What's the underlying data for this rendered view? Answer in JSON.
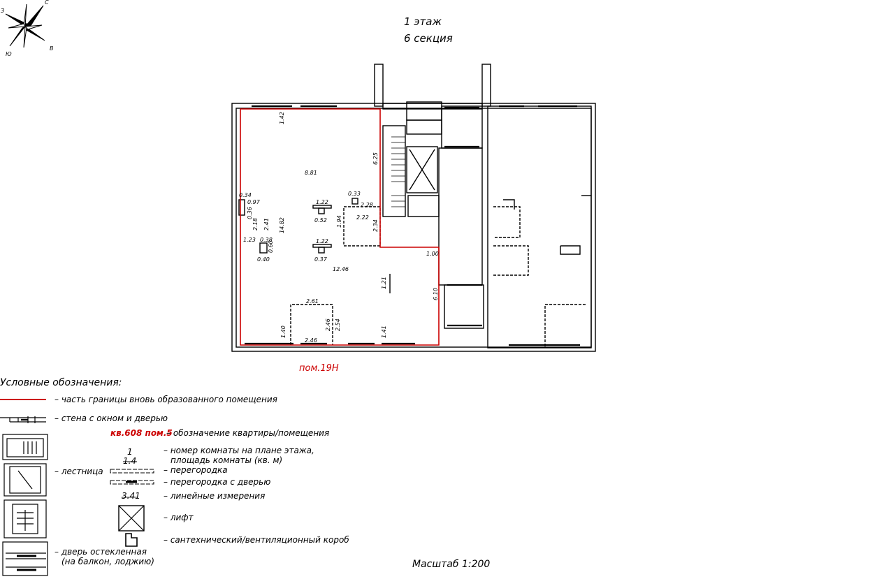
{
  "compass": {
    "n": "С",
    "w": "З",
    "s": "Ю",
    "e": "В"
  },
  "header": {
    "floor": "1 этаж",
    "section": "6 секция"
  },
  "plan": {
    "unit_label": "пом.19Н",
    "dimensions": [
      "1.42",
      "8.81",
      "6.25",
      "0.33",
      "2.28",
      "2.22",
      "2.34",
      "1.94",
      "1.22",
      "0.52",
      "1.22",
      "0.37",
      "0.34",
      "0.97",
      "0.36",
      "2.18",
      "2.41",
      "14.82",
      "1.23",
      "0.38",
      "0.60",
      "0.40",
      "12.46",
      "1.00",
      "1.21",
      "6.10",
      "2.61",
      "2.46",
      "2.54",
      "1.40",
      "2.46",
      "1.41"
    ]
  },
  "legend": {
    "heading": "Условные обозначения:",
    "items": {
      "red_border": "– часть границы вновь образованного помещения",
      "wall": "– стена с окном и дверью",
      "unit_code": "кв.608  пом.5",
      "unit_code_desc": "– обозначение квартиры/помещения",
      "room_num": "1",
      "room_area": "1.4",
      "room_desc_1": "– номер комнаты на плане этажа,",
      "room_desc_2": "площадь комнаты (кв. м)",
      "stairs": "– лестница",
      "partition": "– перегородка",
      "partition_door": "– перегородка с дверью",
      "linear_val": "3.41",
      "linear": "– линейные измерения",
      "lift": "– лифт",
      "duct": "– сантехнический/вентиляционный короб",
      "glazed_door_1": "– дверь остекленная",
      "glazed_door_2": "(на балкон, лоджию)"
    }
  },
  "footer": {
    "scale": "Масштаб 1:200"
  },
  "colors": {
    "boundary": "#cc0000",
    "line": "#000000"
  }
}
